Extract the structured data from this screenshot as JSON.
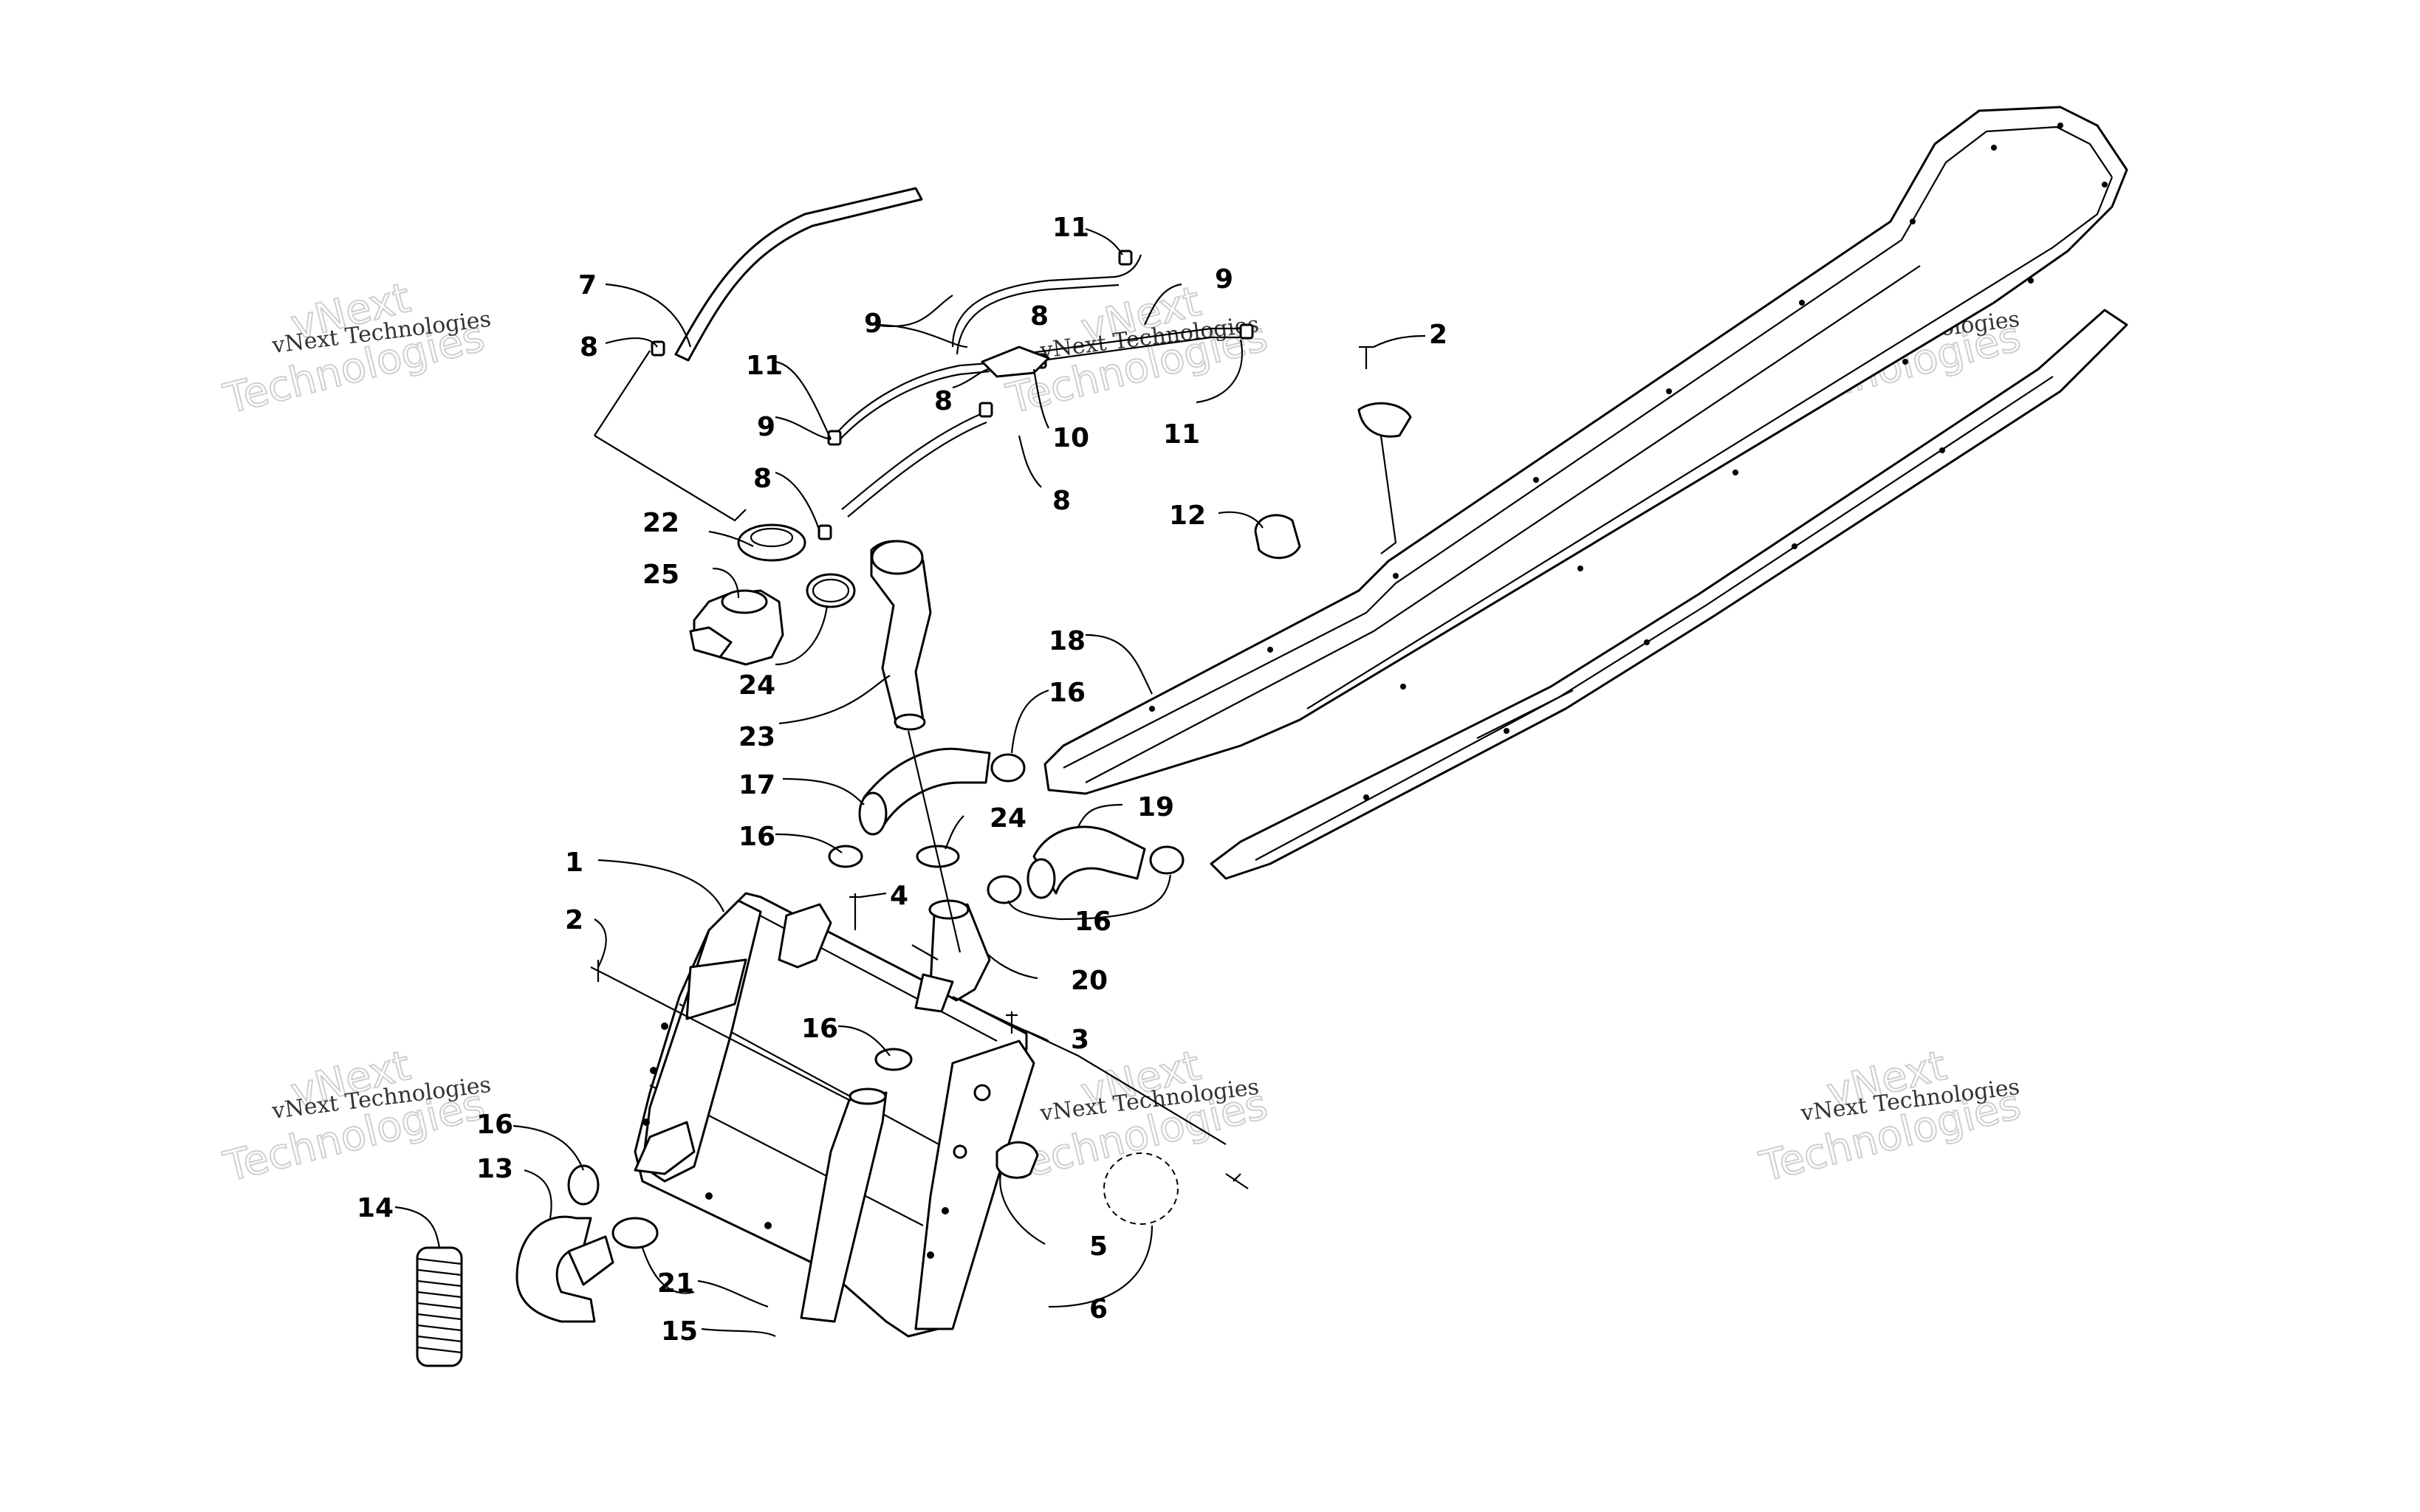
{
  "watermark": {
    "line": "vNext Technologies",
    "big_top": "vNext",
    "big_bottom": "Technologies"
  },
  "callouts": {
    "c1": "1",
    "c2a": "2",
    "c2b": "2",
    "c3": "3",
    "c4": "4",
    "c5": "5",
    "c6": "6",
    "c7": "7",
    "c8a": "8",
    "c8b": "8",
    "c8c": "8",
    "c8d": "8",
    "c8e": "8",
    "c9a": "9",
    "c9b": "9",
    "c9c": "9",
    "c10": "10",
    "c11a": "11",
    "c11b": "11",
    "c11c": "11",
    "c12": "12",
    "c13": "13",
    "c14": "14",
    "c15": "15",
    "c16a": "16",
    "c16b": "16",
    "c16c": "16",
    "c16d": "16",
    "c17": "17",
    "c18": "18",
    "c19": "19",
    "c20": "20",
    "c21": "21",
    "c22": "22",
    "c23": "23",
    "c24a": "24",
    "c24b": "24",
    "c25": "25"
  }
}
